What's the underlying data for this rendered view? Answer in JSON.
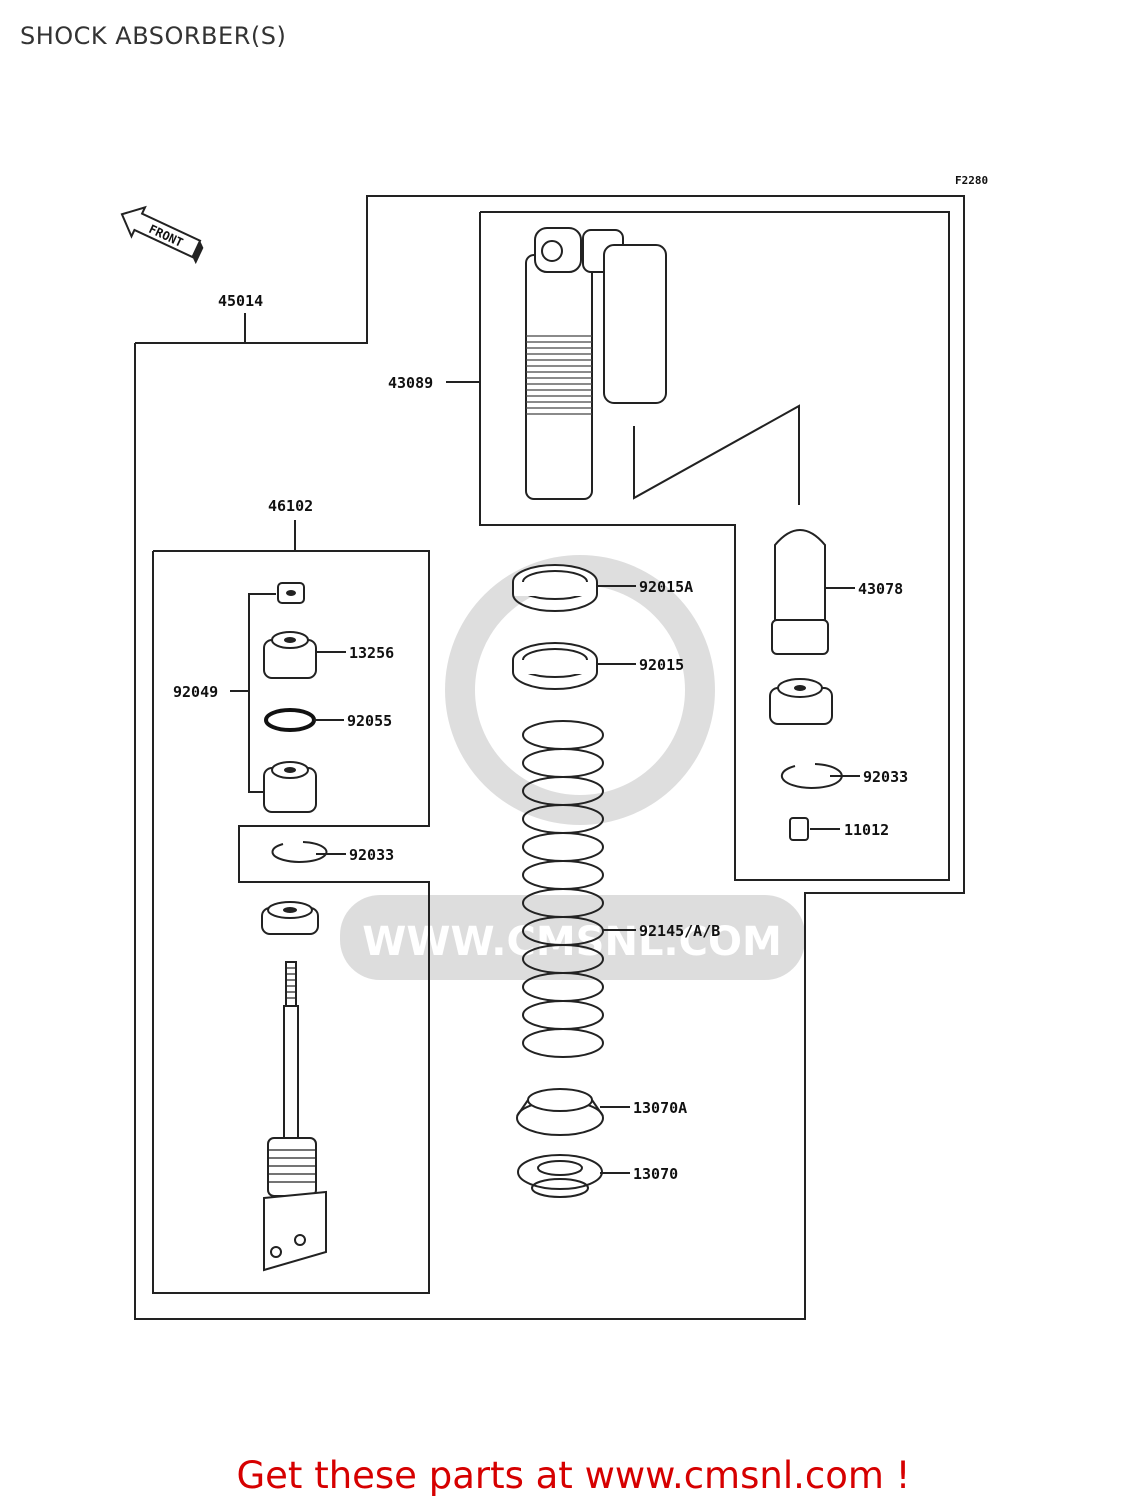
{
  "title": "SHOCK ABSORBER(S)",
  "figure_code": "F2280",
  "front_label": "FRONT",
  "watermark": "WWW.CMSNL.COM",
  "labels": {
    "l45014": "45014",
    "l43089": "43089",
    "l46102": "46102",
    "l92015A": "92015A",
    "l43078": "43078",
    "l13256": "13256",
    "l92015": "92015",
    "l92049": "92049",
    "l92055": "92055",
    "l92033a": "92033",
    "l11012": "11012",
    "l92033b": "92033",
    "l92145": "92145/A/B",
    "l13070A": "13070A",
    "l13070": "13070"
  },
  "cta": "Get these parts at www.cmsnl.com !"
}
